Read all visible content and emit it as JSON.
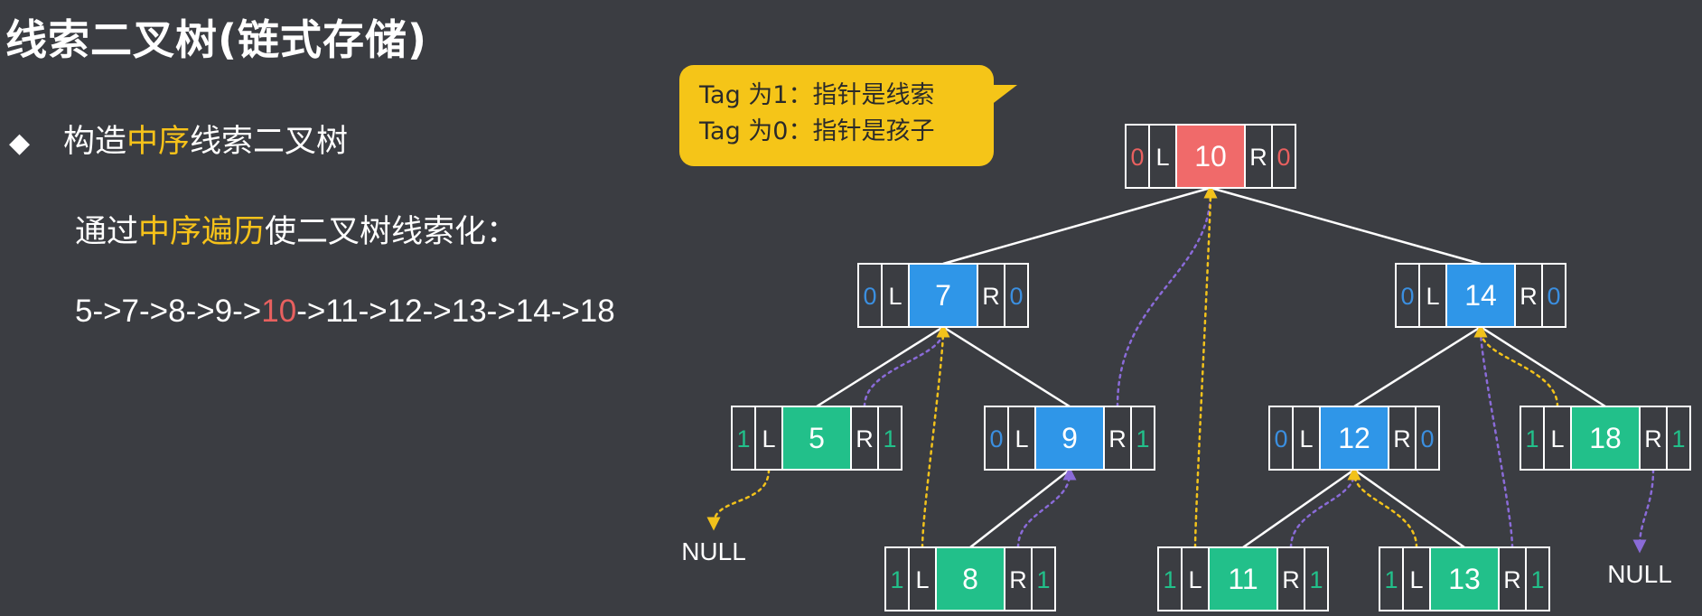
{
  "title": "线索二叉树(链式存储)",
  "bullet": {
    "icon": "diamond-bullet",
    "prefix": "构造",
    "highlight": "中序",
    "suffix": "线索二叉树"
  },
  "description": {
    "prefix": "通过",
    "highlight": "中序遍历",
    "suffix": "使二叉树线索化："
  },
  "sequence": {
    "before": "5->7->8->9->",
    "highlight": "10",
    "after": "->11->12->13->14->18"
  },
  "tooltip": {
    "line1": "Tag 为1：指针是线索",
    "line2": "Tag 为0：指针是孩子"
  },
  "colors": {
    "root": "#f06a6a",
    "internal": "#2f96e8",
    "leaf": "#22c08a",
    "thread_yellow": "#f2c21b",
    "thread_purple": "#8a6bd8",
    "tag0": "#3b8fe0",
    "tag1": "#22c08a",
    "tag_root": "#e8605f"
  },
  "tree": {
    "nodes": [
      {
        "id": "n10",
        "value": "10",
        "ltag": "0",
        "rtag": "0",
        "kind": "root"
      },
      {
        "id": "n7",
        "value": "7",
        "ltag": "0",
        "rtag": "0",
        "kind": "internal"
      },
      {
        "id": "n14",
        "value": "14",
        "ltag": "0",
        "rtag": "0",
        "kind": "internal"
      },
      {
        "id": "n5",
        "value": "5",
        "ltag": "1",
        "rtag": "1",
        "kind": "leaf"
      },
      {
        "id": "n9",
        "value": "9",
        "ltag": "0",
        "rtag": "1",
        "kind": "internal"
      },
      {
        "id": "n12",
        "value": "12",
        "ltag": "0",
        "rtag": "0",
        "kind": "internal"
      },
      {
        "id": "n18",
        "value": "18",
        "ltag": "1",
        "rtag": "1",
        "kind": "leaf"
      },
      {
        "id": "n8",
        "value": "8",
        "ltag": "1",
        "rtag": "1",
        "kind": "leaf"
      },
      {
        "id": "n11",
        "value": "11",
        "ltag": "1",
        "rtag": "1",
        "kind": "leaf"
      },
      {
        "id": "n13",
        "value": "13",
        "ltag": "1",
        "rtag": "1",
        "kind": "leaf"
      }
    ],
    "edges": [
      [
        "n10",
        "n7"
      ],
      [
        "n10",
        "n14"
      ],
      [
        "n7",
        "n5"
      ],
      [
        "n7",
        "n9"
      ],
      [
        "n9",
        "n8"
      ],
      [
        "n14",
        "n12"
      ],
      [
        "n14",
        "n18"
      ],
      [
        "n12",
        "n11"
      ],
      [
        "n12",
        "n13"
      ]
    ],
    "threads": [
      {
        "from": "n5",
        "side": "L",
        "to": "NULL-left",
        "color": "yellow"
      },
      {
        "from": "n5",
        "side": "R",
        "to": "n7",
        "color": "purple"
      },
      {
        "from": "n8",
        "side": "L",
        "to": "n7",
        "color": "yellow"
      },
      {
        "from": "n8",
        "side": "R",
        "to": "n9",
        "color": "purple"
      },
      {
        "from": "n9",
        "side": "R",
        "to": "n10",
        "color": "purple"
      },
      {
        "from": "n11",
        "side": "L",
        "to": "n10",
        "color": "yellow"
      },
      {
        "from": "n11",
        "side": "R",
        "to": "n12",
        "color": "purple"
      },
      {
        "from": "n13",
        "side": "L",
        "to": "n12",
        "color": "yellow"
      },
      {
        "from": "n13",
        "side": "R",
        "to": "n14",
        "color": "purple"
      },
      {
        "from": "n18",
        "side": "L",
        "to": "n14",
        "color": "yellow"
      },
      {
        "from": "n18",
        "side": "R",
        "to": "NULL-right",
        "color": "purple"
      }
    ],
    "null_labels": {
      "left": "NULL",
      "right": "NULL"
    },
    "field_labels": {
      "left": "L",
      "right": "R"
    }
  }
}
